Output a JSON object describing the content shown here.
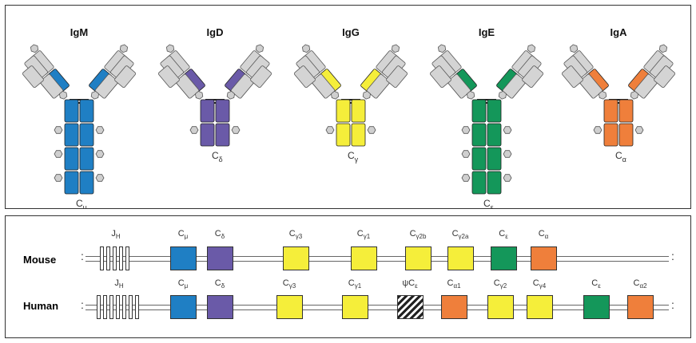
{
  "colors": {
    "mu": "#1f7fc4",
    "delta": "#6a5aa8",
    "gamma": "#f5ee3a",
    "epsilon": "#14975a",
    "alpha": "#ef7f3b",
    "gray": "#d4d4d4"
  },
  "antibodies": [
    {
      "name": "IgM",
      "sub_main": "C",
      "sub_sym": "μ"
    },
    {
      "name": "IgD",
      "sub_main": "C",
      "sub_sym": "δ"
    },
    {
      "name": "IgG",
      "sub_main": "C",
      "sub_sym": "γ"
    },
    {
      "name": "IgE",
      "sub_main": "C",
      "sub_sym": "ε"
    },
    {
      "name": "IgA",
      "sub_main": "C",
      "sub_sym": "α"
    }
  ],
  "rows": {
    "mouse_label": "Mouse",
    "human_label": "Human"
  },
  "mouse_genes": [
    {
      "main": "J",
      "sub": "H"
    },
    {
      "main": "C",
      "sub": "μ"
    },
    {
      "main": "C",
      "sub": "δ"
    },
    {
      "main": "C",
      "sub": "γ3"
    },
    {
      "main": "C",
      "sub": "γ1"
    },
    {
      "main": "C",
      "sub": "γ2b"
    },
    {
      "main": "C",
      "sub": "γ2a"
    },
    {
      "main": "C",
      "sub": "ε"
    },
    {
      "main": "C",
      "sub": "α"
    }
  ],
  "human_genes": [
    {
      "main": "J",
      "sub": "H"
    },
    {
      "main": "C",
      "sub": "μ"
    },
    {
      "main": "C",
      "sub": "δ"
    },
    {
      "main": "C",
      "sub": "γ3"
    },
    {
      "main": "C",
      "sub": "γ1"
    },
    {
      "main": "ψC",
      "sub": "ε"
    },
    {
      "main": "C",
      "sub": "α1"
    },
    {
      "main": "C",
      "sub": "γ2"
    },
    {
      "main": "C",
      "sub": "γ4"
    },
    {
      "main": "C",
      "sub": "ε"
    },
    {
      "main": "C",
      "sub": "α2"
    }
  ]
}
